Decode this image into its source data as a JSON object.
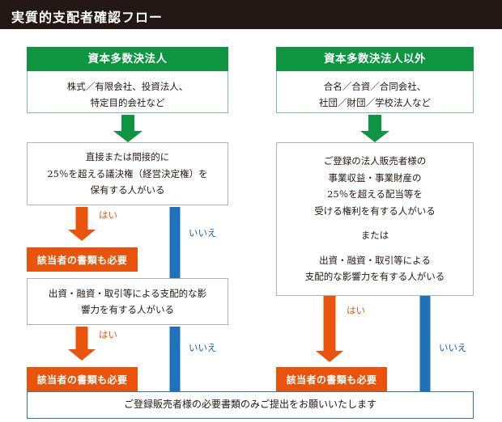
{
  "header": {
    "title": "実質的支配者確認フロー"
  },
  "colors": {
    "header_bg": "#231815",
    "green": "#0f9442",
    "green_border": "#7fc49b",
    "orange": "#e8540c",
    "blue": "#1f72b8",
    "blue_label": "#1f5fa8",
    "box_border": "#b3b3b3",
    "final_border": "#2f74b5",
    "text": "#231815",
    "white": "#ffffff"
  },
  "labels": {
    "yes": "はい",
    "no": "いいえ"
  },
  "left_column": {
    "category": {
      "heading": "資本多数決法人",
      "body_lines": [
        "株式／有限会社、投資法人、",
        "特定目的会社など"
      ]
    },
    "decision1": {
      "lines": [
        "直接または間接的に",
        "25％を超える議決権（経営決定権）を",
        "保有する人がいる"
      ]
    },
    "result1": {
      "label": "該当者の書類も必要"
    },
    "decision2": {
      "lines": [
        "出資・融資・取引等による支配的な影",
        "響力を有する人がいる"
      ]
    },
    "result2": {
      "label": "該当者の書類も必要"
    }
  },
  "right_column": {
    "category": {
      "heading": "資本多数決法人以外",
      "body_lines": [
        "合名／合資／合同会社、",
        "社団／財団／学校法人など"
      ]
    },
    "decision1": {
      "lines": [
        "ご登録の法人販売者様の",
        "事業収益・事業財産の",
        "25％を超える配当等を",
        "受ける権利を有する人がいる",
        "",
        "または",
        "",
        "出資・融資・取引等による",
        "支配的な影響力を有する人がいる"
      ]
    },
    "result1": {
      "label": "該当者の書類も必要"
    }
  },
  "final": {
    "text": "ご登録販売者様の必要書類のみご提出をお願いいたします"
  }
}
